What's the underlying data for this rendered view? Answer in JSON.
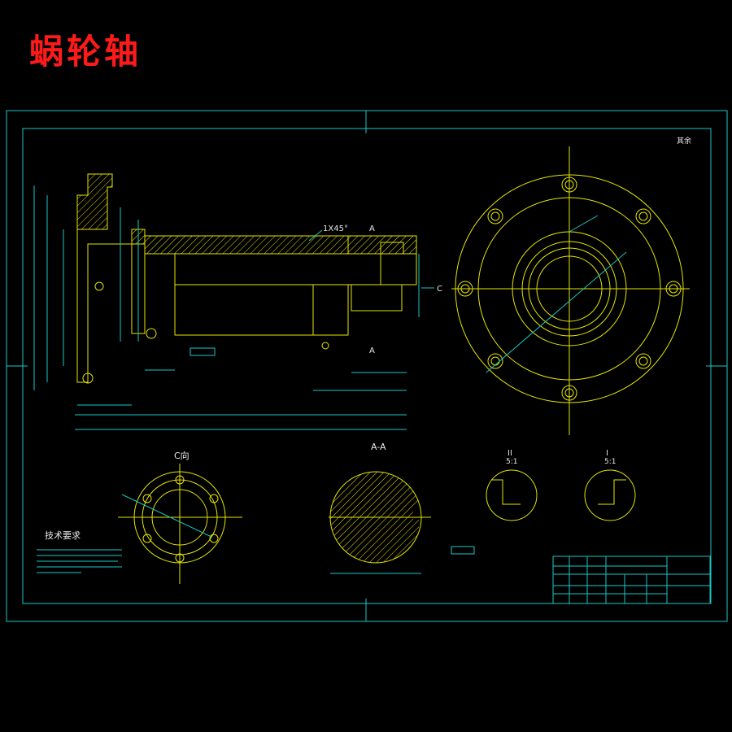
{
  "title": "蜗轮轴",
  "drawing": {
    "chamfer_note": "1X45°",
    "section_label_top": "A",
    "section_label_bottom": "A",
    "view_arrow_label": "C",
    "c_view_title": "C向",
    "aa_title": "A-A",
    "detail1_title": "II",
    "detail1_scale": "5:1",
    "detail2_title": "I",
    "detail2_scale": "5:1",
    "tech_req_title": "技术要求",
    "roughness_note": "其余"
  }
}
